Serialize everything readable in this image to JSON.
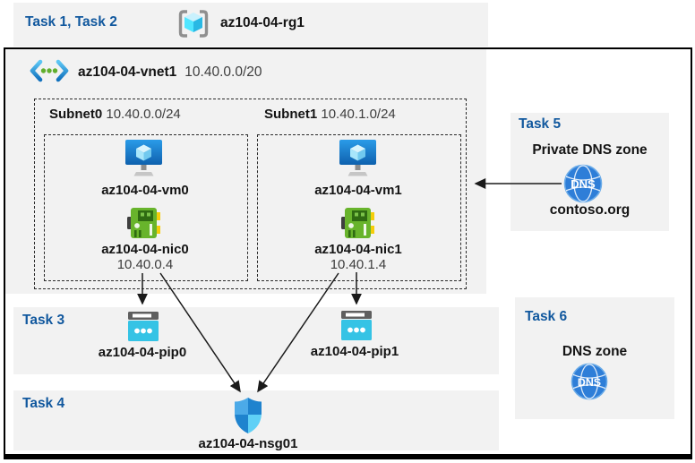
{
  "header": {
    "tasks_label": "Task 1, Task 2",
    "resource_group": "az104-04-rg1"
  },
  "vnet": {
    "name": "az104-04-vnet1",
    "cidr": "10.40.0.0/20"
  },
  "subnets": [
    {
      "name": "Subnet0",
      "cidr": "10.40.0.0/24",
      "vm": "az104-04-vm0",
      "nic": "az104-04-nic0",
      "ip": "10.40.0.4"
    },
    {
      "name": "Subnet1",
      "cidr": "10.40.1.0/24",
      "vm": "az104-04-vm1",
      "nic": "az104-04-nic1",
      "ip": "10.40.1.4"
    }
  ],
  "task3": {
    "label": "Task 3",
    "pip0": "az104-04-pip0",
    "pip1": "az104-04-pip1"
  },
  "task4": {
    "label": "Task 4",
    "nsg": "az104-04-nsg01"
  },
  "task5": {
    "label": "Task 5",
    "title": "Private DNS zone",
    "zone": "contoso.org",
    "dns_icon_text": "DNS"
  },
  "task6": {
    "label": "Task 6",
    "title": "DNS zone",
    "dns_icon_text": "DNS"
  },
  "colors": {
    "task_label_blue": "#11589e",
    "panel_gray": "#f2f2f2",
    "vm_blue": "#1282d4",
    "nic_green": "#68b42c",
    "pip_cyan": "#35c3e5",
    "nsg_blue": "#1f83ce",
    "dns_blue": "#2e7ed8",
    "arrow_black": "#1a1a1a"
  }
}
